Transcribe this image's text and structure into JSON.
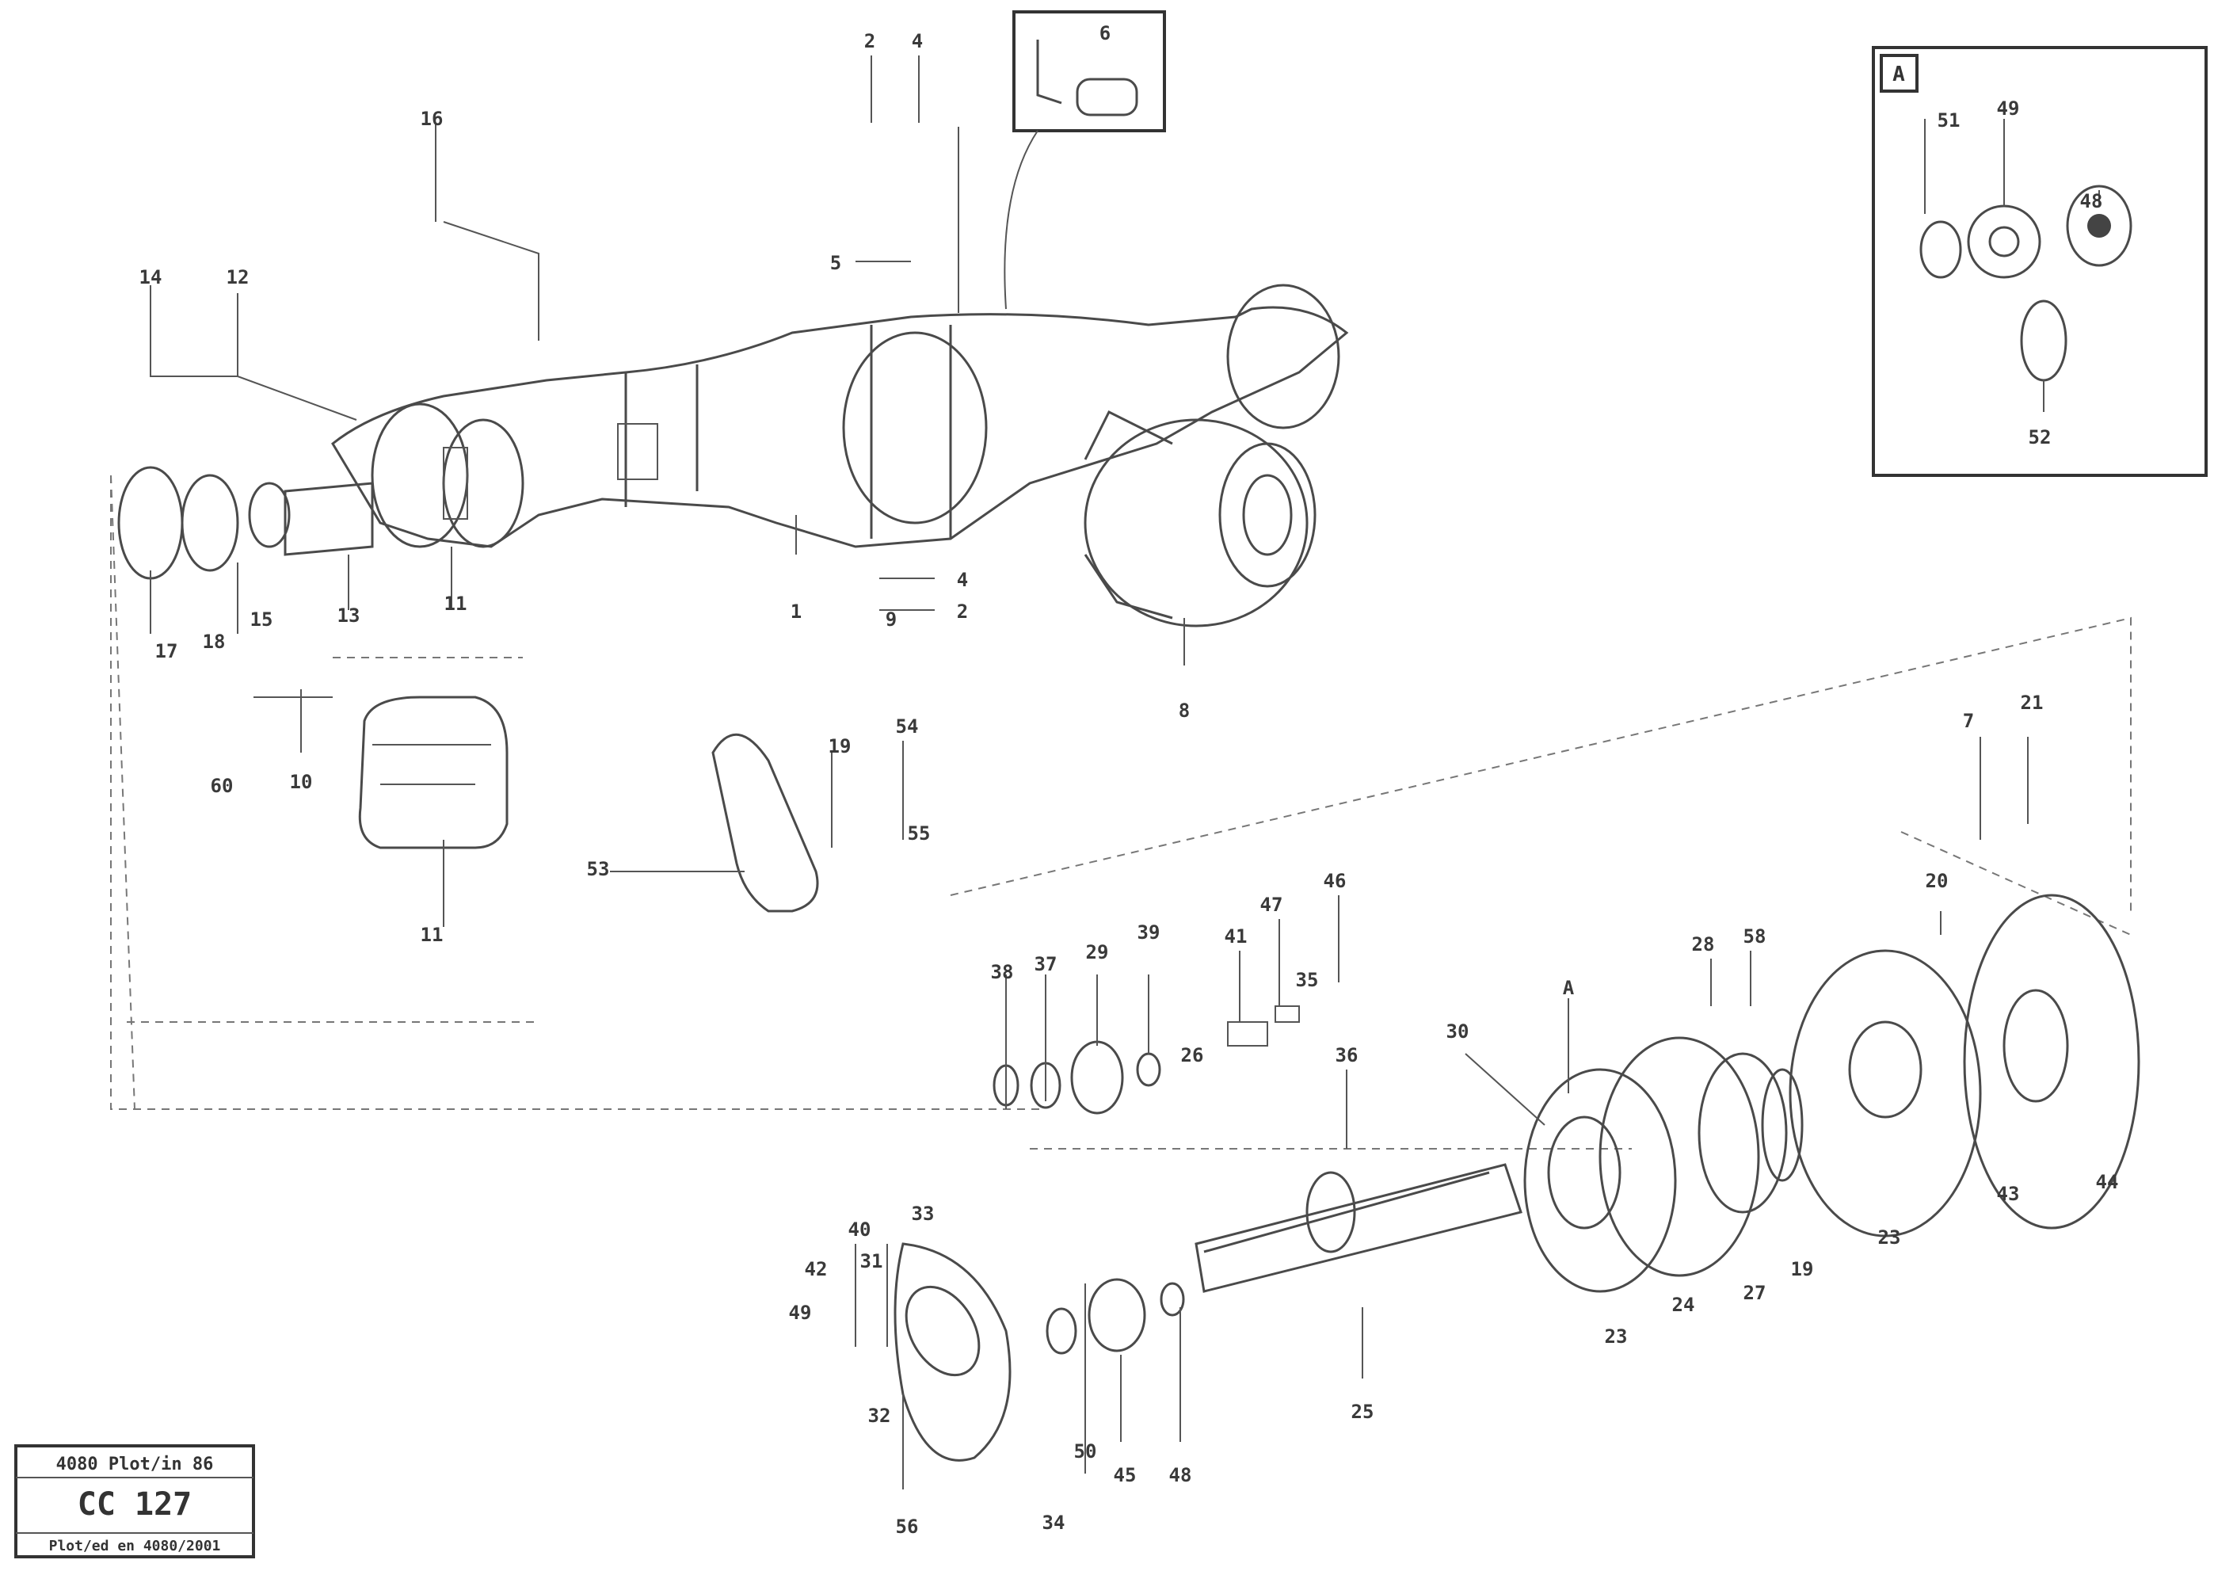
{
  "diagram": {
    "callouts": [
      {
        "id": "c-2a",
        "text": "2"
      },
      {
        "id": "c-4a",
        "text": "4"
      },
      {
        "id": "c-5",
        "text": "5"
      },
      {
        "id": "c-6",
        "text": "6"
      },
      {
        "id": "c-1",
        "text": "1"
      },
      {
        "id": "c-4b",
        "text": "4"
      },
      {
        "id": "c-2b",
        "text": "2"
      },
      {
        "id": "c-8",
        "text": "8"
      },
      {
        "id": "c-9",
        "text": "9"
      },
      {
        "id": "c-11",
        "text": "11"
      },
      {
        "id": "c-13",
        "text": "13"
      },
      {
        "id": "c-14",
        "text": "14"
      },
      {
        "id": "c-12",
        "text": "12"
      },
      {
        "id": "c-15",
        "text": "15"
      },
      {
        "id": "c-17",
        "text": "17"
      },
      {
        "id": "c-18",
        "text": "18"
      },
      {
        "id": "c-16",
        "text": "16"
      },
      {
        "id": "c-60",
        "text": "60"
      },
      {
        "id": "c-10",
        "text": "10"
      },
      {
        "id": "c-11b",
        "text": "11"
      },
      {
        "id": "c-19",
        "text": "19"
      },
      {
        "id": "c-54",
        "text": "54"
      },
      {
        "id": "c-55",
        "text": "55"
      },
      {
        "id": "c-53",
        "text": "53"
      },
      {
        "id": "c-7",
        "text": "7"
      },
      {
        "id": "c-21",
        "text": "21"
      },
      {
        "id": "c-20",
        "text": "20"
      },
      {
        "id": "c-46",
        "text": "46"
      },
      {
        "id": "c-47",
        "text": "47"
      },
      {
        "id": "c-41",
        "text": "41"
      },
      {
        "id": "c-39",
        "text": "39"
      },
      {
        "id": "c-38",
        "text": "38"
      },
      {
        "id": "c-37",
        "text": "37"
      },
      {
        "id": "c-29",
        "text": "29"
      },
      {
        "id": "c-36",
        "text": "36"
      },
      {
        "id": "c-30",
        "text": "30"
      },
      {
        "id": "c-A2",
        "text": "A"
      },
      {
        "id": "c-28",
        "text": "28"
      },
      {
        "id": "c-58",
        "text": "58"
      },
      {
        "id": "c-43",
        "text": "43"
      },
      {
        "id": "c-44",
        "text": "44"
      },
      {
        "id": "c-23a",
        "text": "23"
      },
      {
        "id": "c-19b",
        "text": "19"
      },
      {
        "id": "c-27",
        "text": "27"
      },
      {
        "id": "c-24",
        "text": "24"
      },
      {
        "id": "c-23",
        "text": "23"
      },
      {
        "id": "c-25",
        "text": "25"
      },
      {
        "id": "c-26",
        "text": "26"
      },
      {
        "id": "c-35",
        "text": "35"
      },
      {
        "id": "c-31",
        "text": "31"
      },
      {
        "id": "c-42",
        "text": "42"
      },
      {
        "id": "c-40",
        "text": "40"
      },
      {
        "id": "c-49",
        "text": "49"
      },
      {
        "id": "c-50",
        "text": "50"
      },
      {
        "id": "c-45",
        "text": "45"
      },
      {
        "id": "c-48",
        "text": "48"
      },
      {
        "id": "c-34",
        "text": "34"
      },
      {
        "id": "c-32",
        "text": "32"
      },
      {
        "id": "c-33",
        "text": "33"
      },
      {
        "id": "c-56",
        "text": "56"
      }
    ],
    "inset_A": {
      "label": "A",
      "callouts": [
        {
          "id": "i-51",
          "text": "51"
        },
        {
          "id": "i-49",
          "text": "49"
        },
        {
          "id": "i-48",
          "text": "48"
        },
        {
          "id": "i-52",
          "text": "52"
        }
      ]
    },
    "title_block": {
      "line1": "4080 Plot/in 86",
      "line2": "CC 127",
      "line3": "Plot/ed en 4080/2001"
    }
  }
}
